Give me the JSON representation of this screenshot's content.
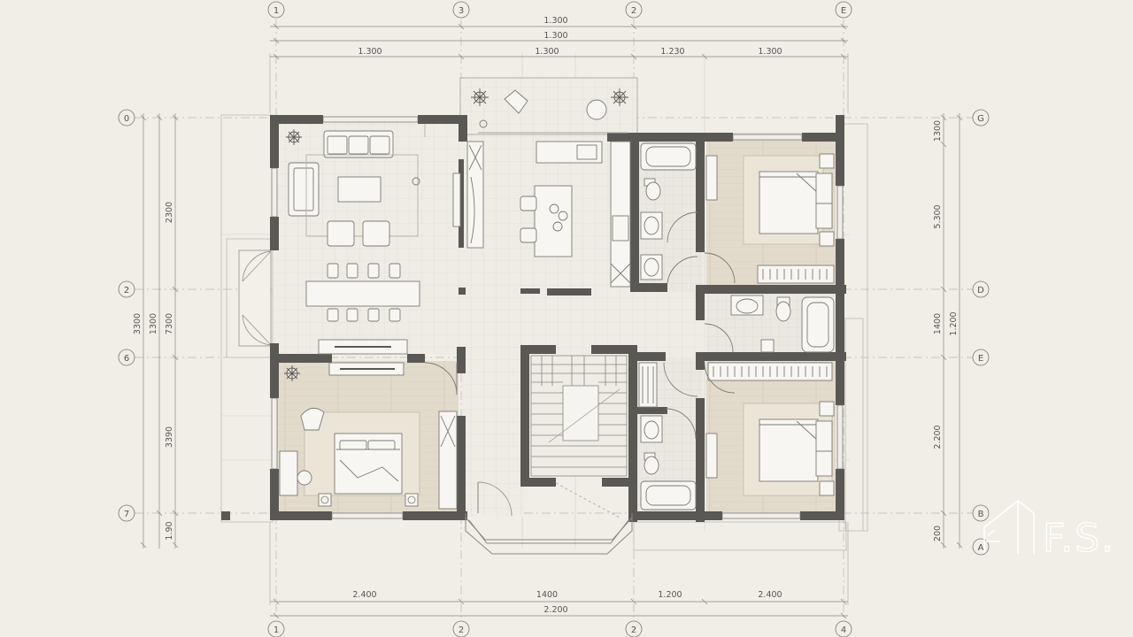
{
  "grid_bubbles": {
    "top": [
      "1",
      "3",
      "2",
      "E"
    ],
    "bottom": [
      "1",
      "2",
      "2",
      "4"
    ],
    "left": [
      "0",
      "2",
      "6",
      "7"
    ],
    "right": [
      "G",
      "D",
      "E",
      "B",
      "A"
    ]
  },
  "dimensions": {
    "top_overall_1": "1.300",
    "top_overall_2": "1.300",
    "top_segments": [
      "1.300",
      "1.300",
      "1.230",
      "1.300"
    ],
    "bottom_segments": [
      "2.400",
      "1400",
      "1.200",
      "2.400"
    ],
    "bottom_overall": "2.200",
    "left_outer": "3300",
    "left_middle": "1300",
    "left_segments": [
      "2300",
      "7300",
      "3390",
      "1.90"
    ],
    "right_segments": [
      "1300",
      "5.300",
      "1400",
      "1.200",
      "2.200",
      "200"
    ]
  },
  "watermark": {
    "text": "F.S."
  },
  "colors": {
    "background": "#f1eee8",
    "wall": "#5a5855",
    "floor_wood": "#e0d8c8",
    "line": "#8a8680"
  }
}
